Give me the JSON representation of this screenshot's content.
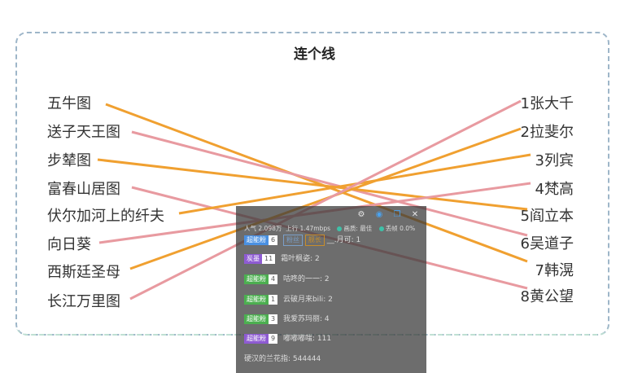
{
  "title": "连个线",
  "left_items": [
    "五牛图",
    "送子天王图",
    "步辇图",
    "富春山居图",
    "伏尔加河上的纤夫",
    "向日葵",
    "西斯廷圣母",
    "长江万里图"
  ],
  "right_items": [
    "1张大千",
    "2拉斐尔",
    "3列宾",
    "4梵高",
    "5阎立本",
    "6吴道子",
    "7韩滉",
    "8黄公望"
  ],
  "colors": {
    "orange": "#f0a030",
    "pink": "#e89aa0",
    "brown": "#a05a5a"
  },
  "overlay": {
    "toolbar_icons": [
      "gear-icon",
      "refresh-icon",
      "window-icon",
      "close-icon"
    ],
    "stats": {
      "popularity_label": "人气",
      "popularity": "2.098万",
      "upload_label": "上行",
      "upload": "1.47mbps",
      "quality_label": "画质: 最佳",
      "loss_label": "丢帧 0.0%"
    },
    "rows": [
      {
        "badge": "超能粉",
        "level": "6",
        "extra1": "粉丝",
        "extra2": "舰长",
        "name": "__.月可",
        "suffix": ": 1"
      },
      {
        "badge": "炭墨",
        "level": "11",
        "name": "霜叶枫姿",
        "suffix": ": 2"
      },
      {
        "badge": "超能粉",
        "level": "4",
        "name": "咕咚的一一",
        "suffix": ": 2"
      },
      {
        "badge": "超能粉",
        "level": "1",
        "name": "云破月来bili",
        "suffix": ": 2"
      },
      {
        "badge": "超能粉",
        "level": "3",
        "name": "我爱苏玛丽",
        "suffix": ": 4"
      },
      {
        "badge": "超能粉",
        "level": "9",
        "name": "嘟嘟嘟嗤",
        "suffix": ": 111"
      }
    ],
    "footer": "硬汉的兰花指: 544444"
  }
}
